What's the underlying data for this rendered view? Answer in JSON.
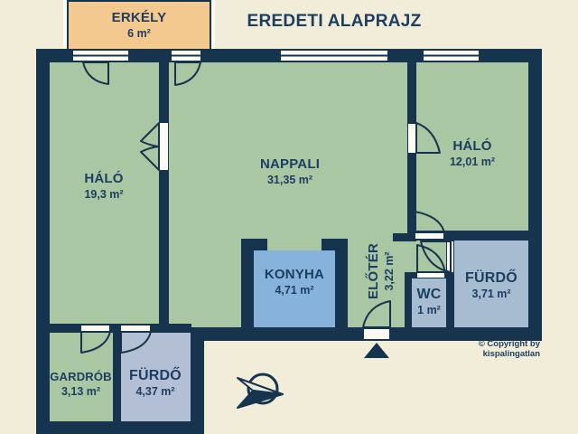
{
  "title": "EREDETI ALAPRAJZ",
  "copyright": "© Copyright by kispalingatlan",
  "balcony": {
    "name": "ERKÉLY",
    "area": "6 m²"
  },
  "rooms": {
    "halo1": {
      "name": "HÁLÓ",
      "area": "19,3 m²"
    },
    "nappali": {
      "name": "NAPPALI",
      "area": "31,35 m²"
    },
    "halo2": {
      "name": "HÁLÓ",
      "area": "12,01 m²"
    },
    "konyha": {
      "name": "KONYHA",
      "area": "4,71 m²"
    },
    "eloter": {
      "name": "ELŐTÉR",
      "area": "3,22 m²"
    },
    "wc": {
      "name": "WC",
      "area": "1 m²"
    },
    "furdo1": {
      "name": "FÜRDŐ",
      "area": "3,71 m²"
    },
    "gardrob": {
      "name": "GARDRÓB",
      "area": "3,13 m²"
    },
    "furdo2": {
      "name": "FÜRDŐ",
      "area": "4,37 m²"
    }
  },
  "icons": {
    "compass": "compass-north-arrow",
    "entrance": "entrance-direction-arrow"
  },
  "colors": {
    "wall_navy": "#17344e",
    "text_navy": "#1d3e61",
    "room_green": "#a9c7a2",
    "kitchen_blue": "#87b2dc",
    "bath_blue": "#a7bbd1",
    "balcony_tan": "#f3c990",
    "background_cream": "#f2edd8",
    "symbol_white": "#fcfcf5"
  }
}
